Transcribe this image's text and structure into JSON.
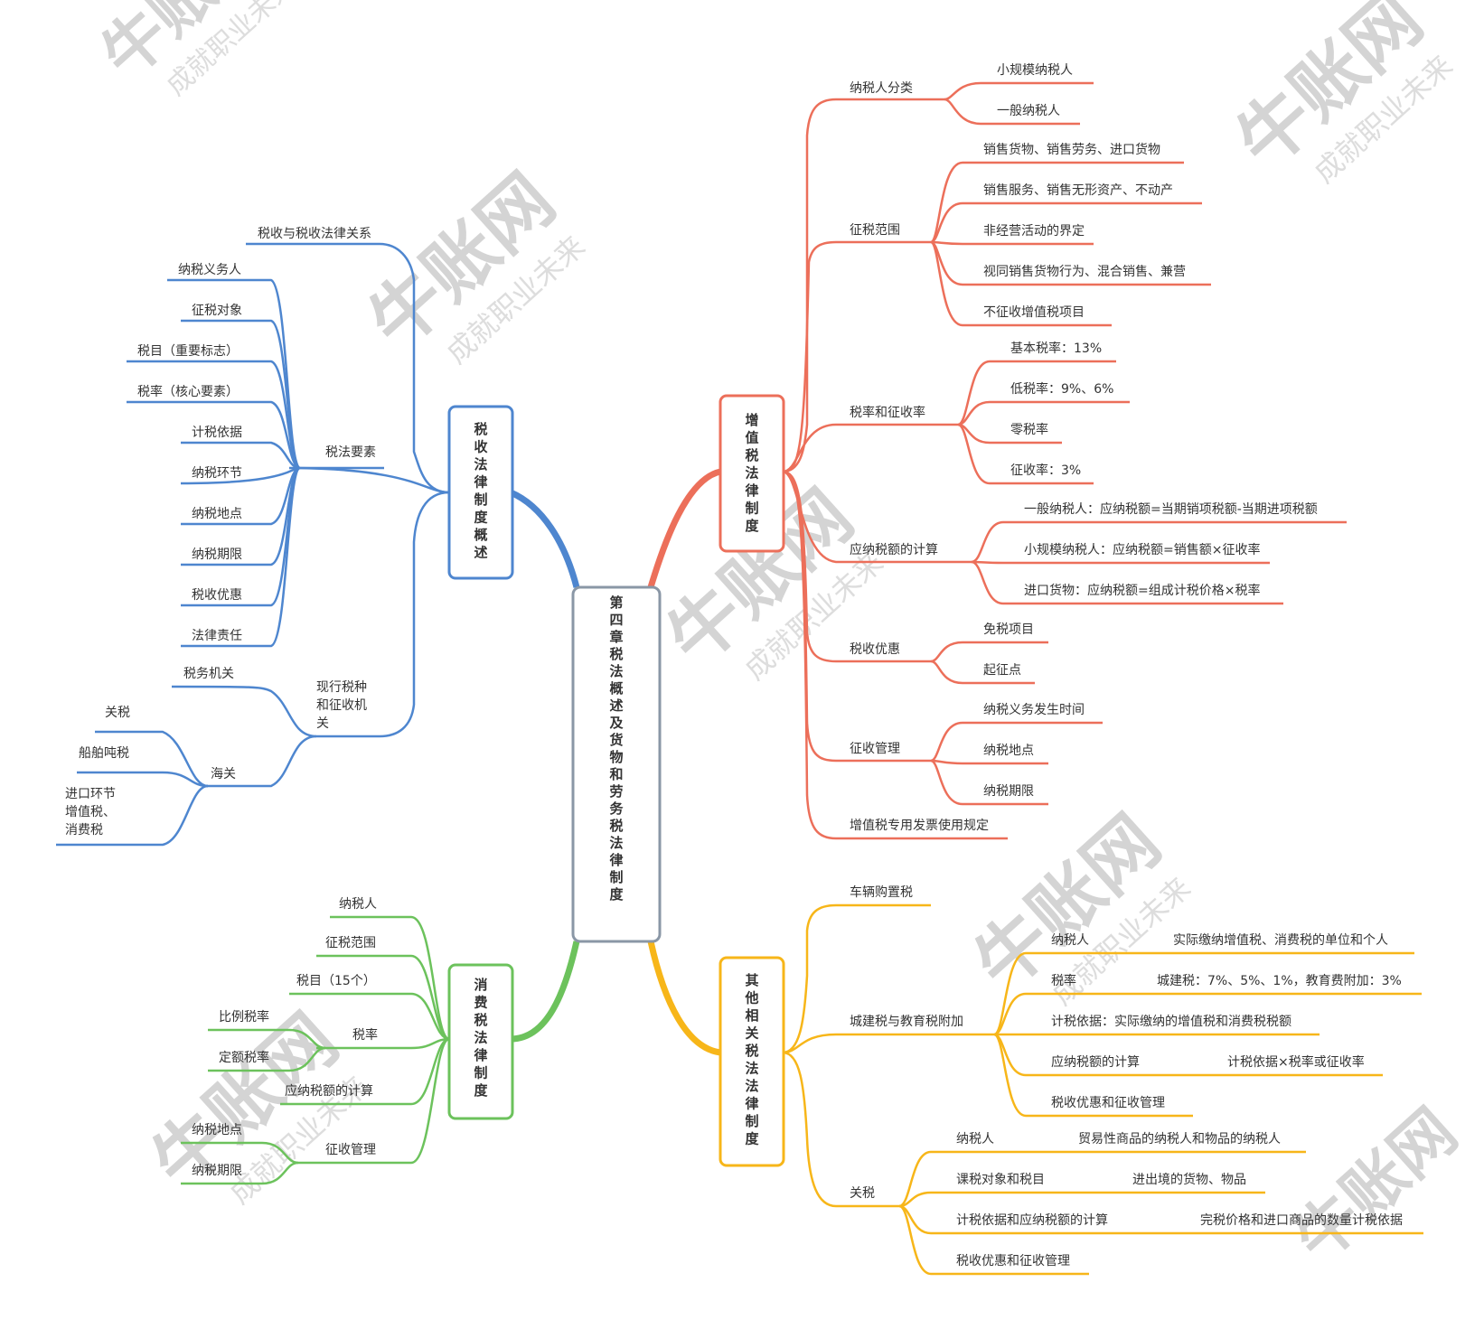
{
  "watermark": {
    "brand": "牛账网",
    "slogan": "成就职业未来"
  },
  "colors": {
    "blue": "#4e86cf",
    "red": "#ec6f5a",
    "green": "#6cc25c",
    "yellow": "#f7b619",
    "center": "#8a97a6"
  },
  "center": {
    "label": "第四章税法概述及货物和劳务税法律制度"
  },
  "branches": {
    "tax_overview": {
      "label": "税收法律制度概述",
      "relation": "税收与税收法律关系",
      "elements": {
        "label": "税法要素",
        "items": [
          "纳税义务人",
          "征税对象",
          "税目（重要标志）",
          "税率（核心要素）",
          "计税依据",
          "纳税环节",
          "纳税地点",
          "纳税期限",
          "税收优惠",
          "法律责任"
        ]
      },
      "current": {
        "label_lines": [
          "现行税种",
          "和征收机",
          "关"
        ],
        "tax_bureau": "税务机关",
        "customs": {
          "label": "海关",
          "items": [
            "关税",
            "船舶吨税"
          ],
          "import_lines": [
            "进口环节",
            "增值税、",
            "消费税"
          ]
        }
      }
    },
    "vat": {
      "label": "增值税法律制度",
      "taxpayer": {
        "label": "纳税人分类",
        "items": [
          "小规模纳税人",
          "一般纳税人"
        ]
      },
      "scope": {
        "label": "征税范围",
        "items": [
          "销售货物、销售劳务、进口货物",
          "销售服务、销售无形资产、不动产",
          "非经营活动的界定",
          "视同销售货物行为、混合销售、兼营",
          "不征收增值税项目"
        ]
      },
      "rates": {
        "label": "税率和征收率",
        "items": [
          "基本税率：13%",
          "低税率：9%、6%",
          "零税率",
          "征收率：3%"
        ]
      },
      "calc": {
        "label": "应纳税额的计算",
        "items": [
          "一般纳税人：应纳税额=当期销项税额-当期进项税额",
          "小规模纳税人：应纳税额=销售额×征收率",
          "进口货物：应纳税额=组成计税价格×税率"
        ]
      },
      "pref": {
        "label": "税收优惠",
        "items": [
          "免税项目",
          "起征点"
        ]
      },
      "admin": {
        "label": "征收管理",
        "items": [
          "纳税义务发生时间",
          "纳税地点",
          "纳税期限"
        ]
      },
      "invoice": "增值税专用发票使用规定"
    },
    "consumption": {
      "label": "消费税法律制度",
      "taxpayer": "纳税人",
      "scope": "征税范围",
      "items_label": "税目（15个）",
      "rate": {
        "label": "税率",
        "items": [
          "比例税率",
          "定额税率"
        ]
      },
      "calc": "应纳税额的计算",
      "admin": {
        "label": "征收管理",
        "items": [
          "纳税地点",
          "纳税期限"
        ]
      }
    },
    "other": {
      "label": "其他相关税法法律制度",
      "vehicle": "车辆购置税",
      "urban": {
        "label": "城建税与教育税附加",
        "taxpayer": {
          "label": "纳税人",
          "value": "实际缴纳增值税、消费税的单位和个人"
        },
        "rate": {
          "label": "税率",
          "value": "城建税：7%、5%、1%，教育费附加：3%"
        },
        "basis": "计税依据：实际缴纳的增值税和消费税税额",
        "calc": {
          "label": "应纳税额的计算",
          "value": "计税依据×税率或征收率"
        },
        "pref": "税收优惠和征收管理"
      },
      "customs": {
        "label": "关税",
        "taxpayer": {
          "label": "纳税人",
          "value": "贸易性商品的纳税人和物品的纳税人"
        },
        "object": {
          "label": "课税对象和税目",
          "value": "进出境的货物、物品"
        },
        "calc": {
          "label": "计税依据和应纳税额的计算",
          "value": "完税价格和进口商品的数量计税依据"
        },
        "pref": "税收优惠和征收管理"
      }
    }
  }
}
